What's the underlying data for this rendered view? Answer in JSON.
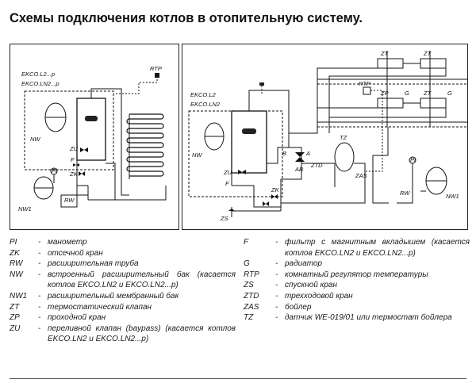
{
  "title": "Схемы подключения котлов в отопительную систему.",
  "diagram_left": {
    "labels": {
      "boiler_models": [
        "EKCO.L2...p",
        "EKCO.LN2...p"
      ],
      "rtp": "RTP",
      "nw": "NW",
      "zu": "ZU",
      "f": "F",
      "zk": "ZK",
      "pi": "Pi",
      "rw": "RW",
      "nw1": "NW1"
    }
  },
  "diagram_right": {
    "labels": {
      "boiler_models": [
        "EKCO.L2",
        "EKCO.LN2"
      ],
      "zt_a": "ZT",
      "zt_b": "ZT",
      "rtp": "RTP",
      "zp": "ZP",
      "g_a": "G",
      "zt_c": "ZT",
      "g_b": "G",
      "nw": "NW",
      "zu": "ZU",
      "f": "F",
      "b": "B",
      "a": "A",
      "ab": "AB",
      "ztd": "ZTD",
      "tz": "TZ",
      "zas": "ZAS",
      "zk": "ZK",
      "zs": "ZS",
      "pi": "Pi",
      "rw": "RW",
      "nw1": "NW1"
    }
  },
  "legend_left": [
    {
      "code": "PI",
      "desc": "манометр"
    },
    {
      "code": "ZK",
      "desc": "отсечной кран"
    },
    {
      "code": "RW",
      "desc": "расширительная труба"
    },
    {
      "code": "NW",
      "desc": "встроенный расширительный бак (касается котлов EKCO.LN2 и EKCO.LN2...p)"
    },
    {
      "code": "NW1",
      "desc": "расширительный мембранный бак"
    },
    {
      "code": "ZT",
      "desc": "термостатический клапан"
    },
    {
      "code": "ZP",
      "desc": "проходной кран"
    },
    {
      "code": "ZU",
      "desc": "переливной клапан (baypass) (касается котлов EKCO.LN2 и EKCO.LN2...p)"
    }
  ],
  "legend_right": [
    {
      "code": "F",
      "desc": "фильтр с магнитным вкладышем (касается котлов EKCO.LN2 и EKCO.LN2...p)"
    },
    {
      "code": "G",
      "desc": "радиатор"
    },
    {
      "code": "RTP",
      "desc": "комнатный регулятор температуры"
    },
    {
      "code": "ZS",
      "desc": "спускной кран"
    },
    {
      "code": "ZTD",
      "desc": "трехходовой кран"
    },
    {
      "code": "ZAS",
      "desc": "бойлер"
    },
    {
      "code": "TZ",
      "desc": "датчик WE-019/01 или термостат бойлера"
    }
  ]
}
